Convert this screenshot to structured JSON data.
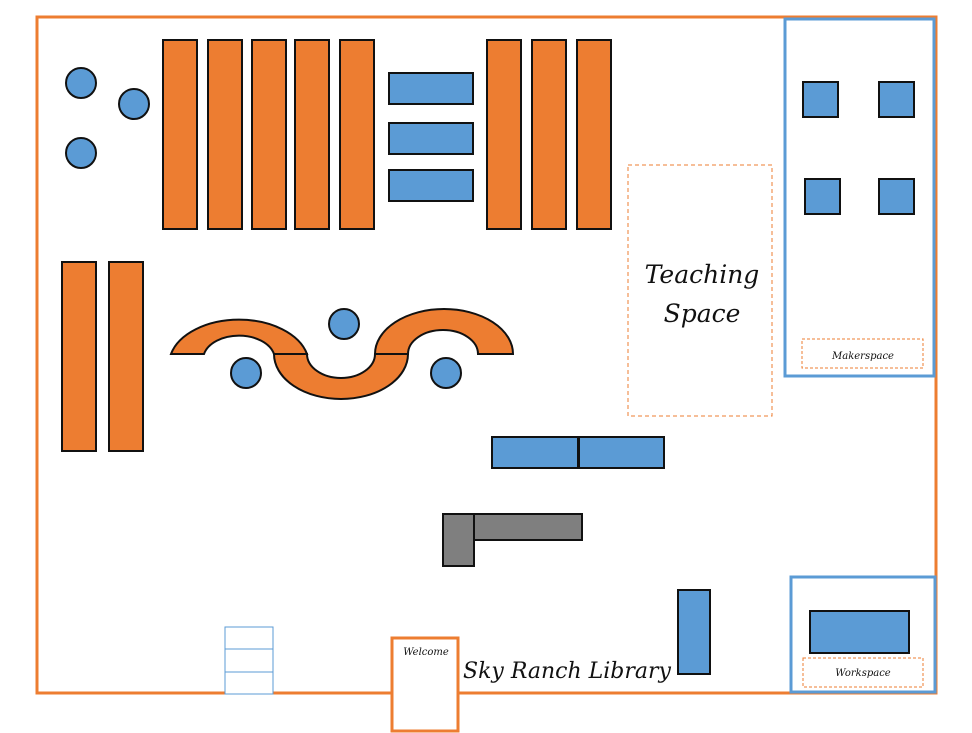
{
  "floor_plan": {
    "colors": {
      "orange": "#ED7D31",
      "blue": "#5B9BD5",
      "grey": "#7F7F7F",
      "outline": "#111111",
      "outline_blue": "#5B9BD5"
    },
    "labels": {
      "teaching_line1": "Teaching",
      "teaching_line2": "Space",
      "makerspace": "Makerspace",
      "workspace": "Workspace",
      "welcome": "Welcome",
      "library_name": "Sky Ranch Library"
    }
  }
}
